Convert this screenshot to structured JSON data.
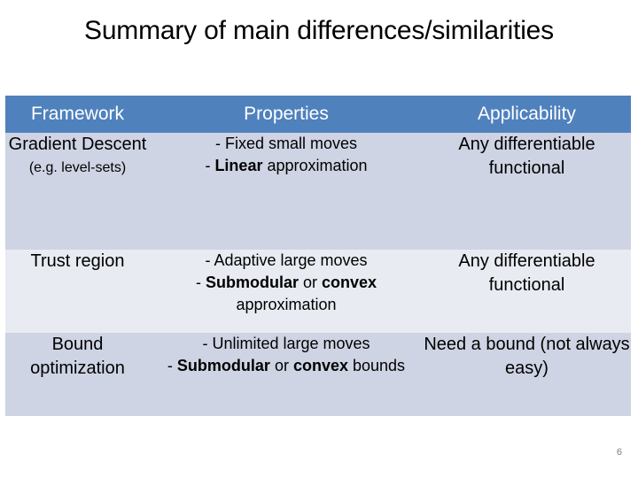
{
  "slide": {
    "title": "Summary of main differences/similarities",
    "page_number": "6"
  },
  "colors": {
    "header_blue": "#4f81bd",
    "row_shade_dark": "#ced4e3",
    "row_shade_light": "#e8ebf2",
    "header_text": "#ffffff",
    "body_text": "#000000",
    "page_number_text": "#808080",
    "cell_gap": "#ffffff"
  },
  "table": {
    "headers": [
      "Framework",
      "Properties",
      "Applicability"
    ],
    "rows": [
      {
        "framework_main": "Gradient Descent",
        "framework_sub": "(e.g. level-sets)",
        "properties": [
          {
            "dash": "- ",
            "parts": [
              {
                "text": "Fixed  small moves",
                "bold": false
              }
            ]
          },
          {
            "dash": "- ",
            "parts": [
              {
                "text": "Linear",
                "bold": true
              },
              {
                "text": " approximation",
                "bold": false
              }
            ]
          }
        ],
        "applicability": "Any differentiable functional"
      },
      {
        "framework_main": "Trust region",
        "framework_sub": "",
        "properties": [
          {
            "dash": "- ",
            "parts": [
              {
                "text": "Adaptive large moves",
                "bold": false
              }
            ]
          },
          {
            "dash": "- ",
            "parts": [
              {
                "text": "Submodular",
                "bold": true
              },
              {
                "text": " or ",
                "bold": false
              },
              {
                "text": "convex",
                "bold": true
              },
              {
                "text": " approximation",
                "bold": false
              }
            ]
          }
        ],
        "applicability": "Any differentiable functional"
      },
      {
        "framework_main": "Bound optimization",
        "framework_sub": "",
        "properties": [
          {
            "dash": "- ",
            "parts": [
              {
                "text": "Unlimited large moves",
                "bold": false
              }
            ]
          },
          {
            "dash": "- ",
            "parts": [
              {
                "text": "Submodular",
                "bold": true
              },
              {
                "text": " or ",
                "bold": false
              },
              {
                "text": "convex",
                "bold": true
              },
              {
                "text": " bounds",
                "bold": false
              }
            ]
          }
        ],
        "applicability": "Need a bound (not always easy)"
      }
    ]
  }
}
